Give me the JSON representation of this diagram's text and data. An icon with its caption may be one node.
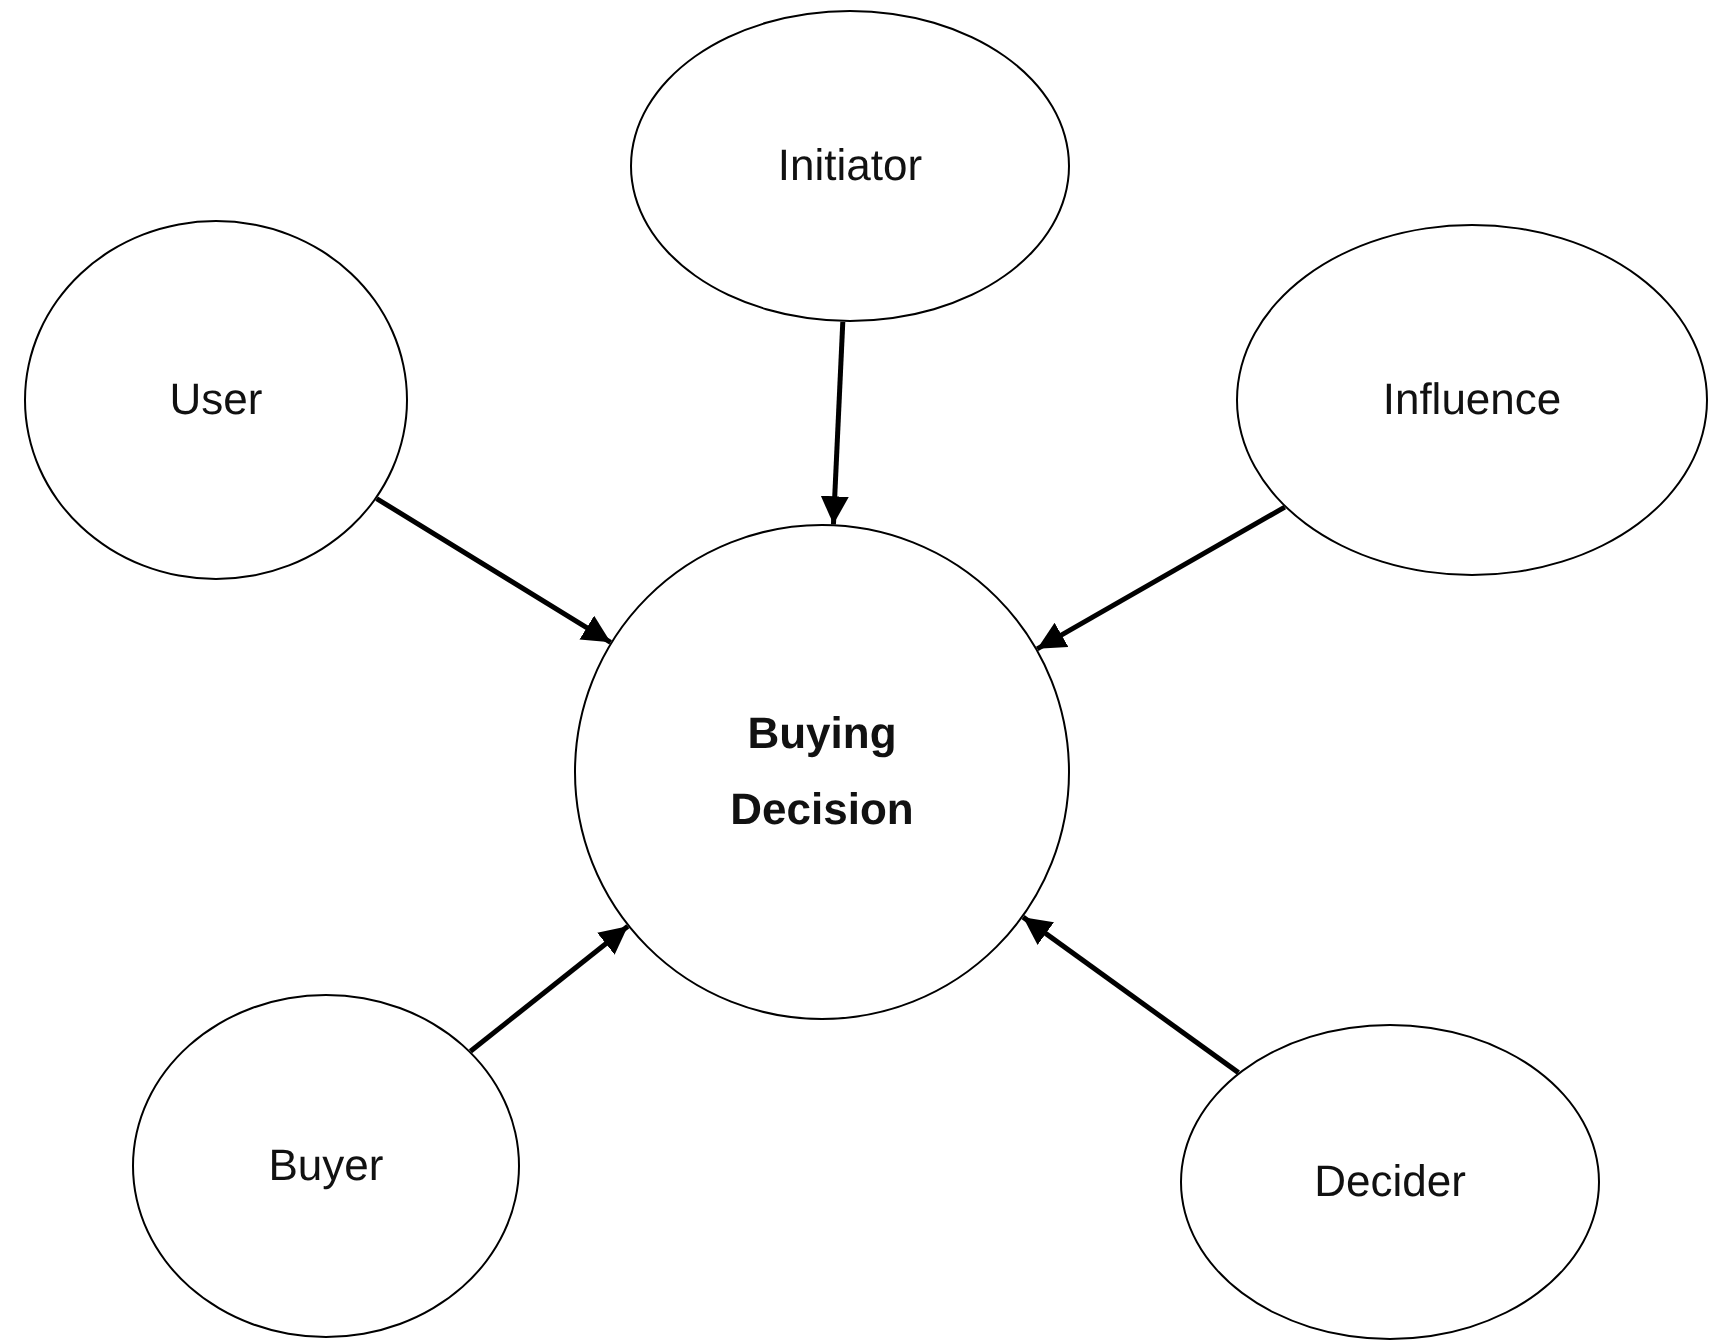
{
  "diagram": {
    "nodes": [
      {
        "text": [
          "Initiator"
        ]
      },
      {
        "text": [
          "User"
        ]
      },
      {
        "text": [
          "Influence"
        ]
      },
      {
        "text": [
          "Buying Decision"
        ]
      },
      {
        "text": [
          "Buyer"
        ]
      },
      {
        "text": [
          "Decider"
        ]
      }
    ],
    "edges": [
      {
        "from": 0,
        "to": 3,
        "arrow": "to"
      },
      {
        "from": 1,
        "to": 3,
        "arrow": "to"
      },
      {
        "from": 2,
        "to": 3,
        "arrow": "to"
      },
      {
        "from": 4,
        "to": 3,
        "arrow": "to"
      },
      {
        "from": 5,
        "to": 3,
        "arrow": "to"
      }
    ]
  }
}
